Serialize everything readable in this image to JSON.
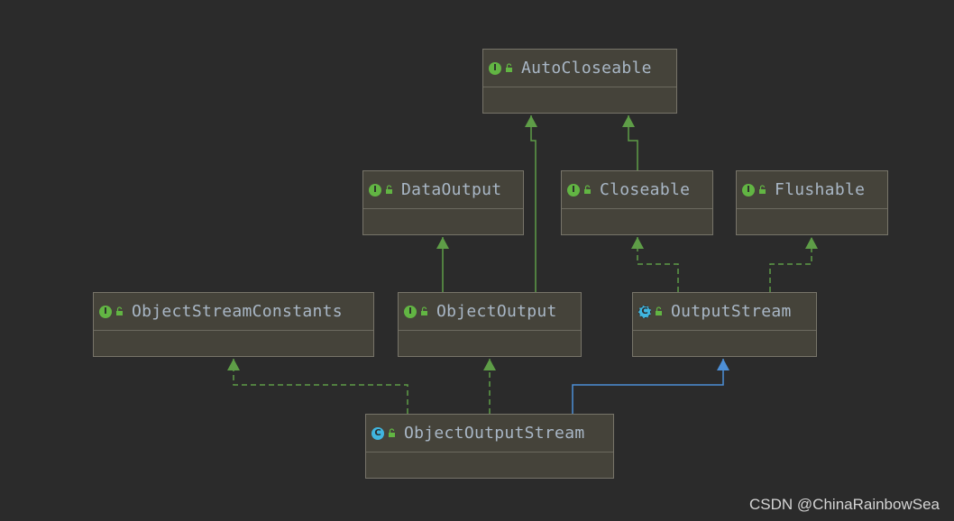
{
  "colors": {
    "background": "#2b2b2b",
    "node_fill": "#45433a",
    "node_border": "#777469",
    "label_text": "#a9b7c6",
    "interface_badge": "#62b543",
    "class_badge": "#40b6e0",
    "extends_edge": "#5e9d47",
    "implements_edge": "#5e9d47",
    "class_extends_edge": "#4d8fd6"
  },
  "nodes": [
    {
      "id": "autocloseable",
      "label": "AutoCloseable",
      "kind": "interface",
      "badge": "I"
    },
    {
      "id": "dataoutput",
      "label": "DataOutput",
      "kind": "interface",
      "badge": "I"
    },
    {
      "id": "closeable",
      "label": "Closeable",
      "kind": "interface",
      "badge": "I"
    },
    {
      "id": "flushable",
      "label": "Flushable",
      "kind": "interface",
      "badge": "I"
    },
    {
      "id": "objectstreamconstants",
      "label": "ObjectStreamConstants",
      "kind": "interface",
      "badge": "I"
    },
    {
      "id": "objectoutput",
      "label": "ObjectOutput",
      "kind": "interface",
      "badge": "I"
    },
    {
      "id": "outputstream",
      "label": "OutputStream",
      "kind": "abstract-class",
      "badge": "C"
    },
    {
      "id": "objectoutputstream",
      "label": "ObjectOutputStream",
      "kind": "class",
      "badge": "C"
    }
  ],
  "edges": [
    {
      "from": "objectoutput",
      "to": "autocloseable",
      "type": "extends"
    },
    {
      "from": "closeable",
      "to": "autocloseable",
      "type": "extends"
    },
    {
      "from": "objectoutput",
      "to": "dataoutput",
      "type": "extends"
    },
    {
      "from": "outputstream",
      "to": "closeable",
      "type": "implements"
    },
    {
      "from": "outputstream",
      "to": "flushable",
      "type": "implements"
    },
    {
      "from": "objectoutputstream",
      "to": "objectstreamconstants",
      "type": "implements"
    },
    {
      "from": "objectoutputstream",
      "to": "objectoutput",
      "type": "implements"
    },
    {
      "from": "objectoutputstream",
      "to": "outputstream",
      "type": "class-extends"
    }
  ],
  "watermark": "CSDN @ChinaRainbowSea"
}
